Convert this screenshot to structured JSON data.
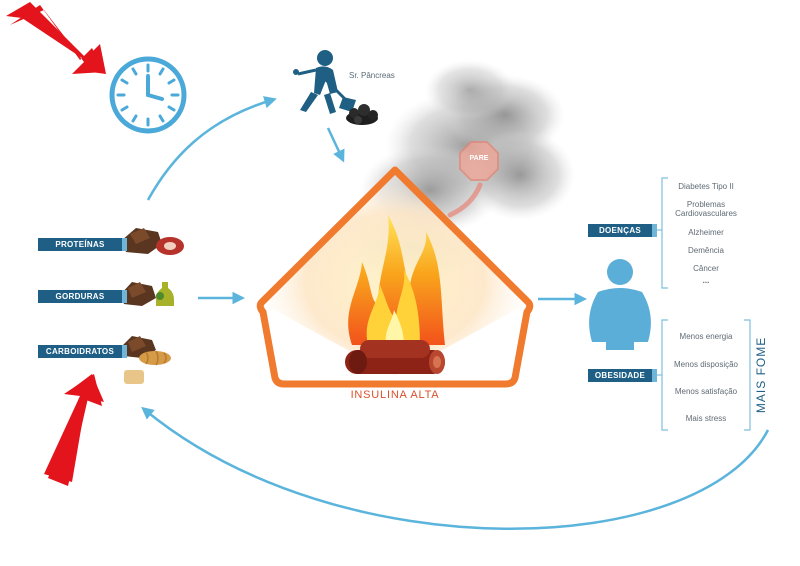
{
  "pancreas_label": "Sr. Pâncreas",
  "stop_sign_text": "PARE",
  "fire_caption": "INSULINA ALTA",
  "food_groups": [
    {
      "label": "PROTEÍNAS"
    },
    {
      "label": "GORDURAS"
    },
    {
      "label": "CARBOIDRATOS"
    }
  ],
  "diseases": {
    "label": "DOENÇAS",
    "items": [
      "Diabetes Tipo II",
      "Problemas\nCardiovasculares",
      "Alzheimer",
      "Demência",
      "Câncer",
      "..."
    ]
  },
  "obesity": {
    "label": "OBESIDADE",
    "items": [
      "Menos energia",
      "Menos disposição",
      "Menos satisfação",
      "Mais stress"
    ]
  },
  "more_hunger_label": "MAIS FOME",
  "colors": {
    "arrow_blue": "#5bb4dc",
    "tag_navy": "#1f5f86",
    "red_arrow": "#e3141b",
    "fire_border": "#f07a2e",
    "caption_red": "#d9502a",
    "person_blue": "#5aaed8"
  }
}
